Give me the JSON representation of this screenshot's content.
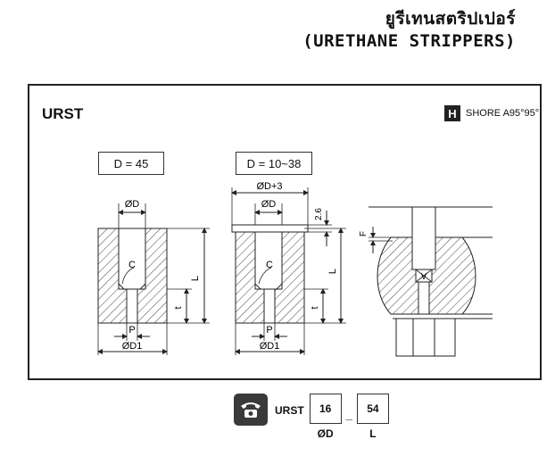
{
  "header": {
    "title_thai": "ยูรีเทนสตริปเปอร์",
    "title_english": "(URETHANE STRIPPERS)"
  },
  "panel": {
    "code": "URST",
    "hardness_icon_letter": "H",
    "hardness_label": "SHORE A95°95°"
  },
  "drawing_left": {
    "size_label": "D = 45",
    "dim_bore": "ØD",
    "dim_chamfer": "C",
    "dim_length": "L",
    "dim_thickness": "t",
    "dim_pin": "P",
    "dim_outer": "ØD1"
  },
  "drawing_middle": {
    "size_label": "D = 10~38",
    "dim_counterbore": "ØD+3",
    "dim_bore": "ØD",
    "dim_depth": "2.6",
    "dim_chamfer": "C",
    "dim_length": "L",
    "dim_thickness": "t",
    "dim_pin": "P",
    "dim_outer": "ØD1"
  },
  "drawing_right": {
    "dim_free": "F",
    "dim_vent": "V"
  },
  "ordering": {
    "icon": "telephone-icon",
    "code": "URST",
    "diameter_value": "16",
    "diameter_label": "ØD",
    "separator": "_",
    "length_value": "54",
    "length_label": "L"
  },
  "colors": {
    "ink": "#222222",
    "icon_bg": "#3a3a3a"
  }
}
